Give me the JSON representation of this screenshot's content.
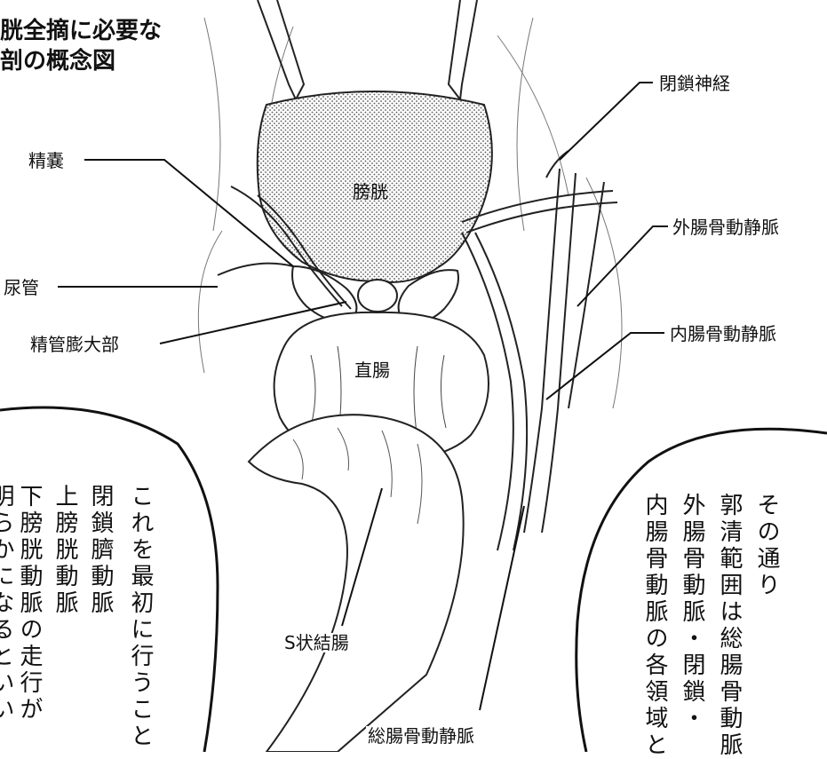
{
  "title": {
    "line1": "胱全摘に必要な",
    "line2": "剖の概念図"
  },
  "labels": {
    "bladder": "膀胱",
    "seminal_vesicle": "精嚢",
    "ureter": "尿管",
    "ampulla": "精管膨大部",
    "rectum": "直腸",
    "sigmoid": "S状結腸",
    "common_iliac": "総腸骨動静脈",
    "obturator_nerve": "閉鎖神経",
    "external_iliac": "外腸骨動静脈",
    "internal_iliac": "内腸骨動静脈"
  },
  "left_bubble": {
    "lines": [
      "これを最初に行うこと",
      "閉鎖臍動脈",
      "上膀胱動脈",
      "下膀胱動脈の走行が",
      "明らかになるといい"
    ]
  },
  "right_bubble": {
    "lines": [
      "その通り",
      "郭清範囲は総腸骨動脈",
      "外腸骨動脈・閉鎖・",
      "内腸骨動脈の各領域と"
    ]
  }
}
